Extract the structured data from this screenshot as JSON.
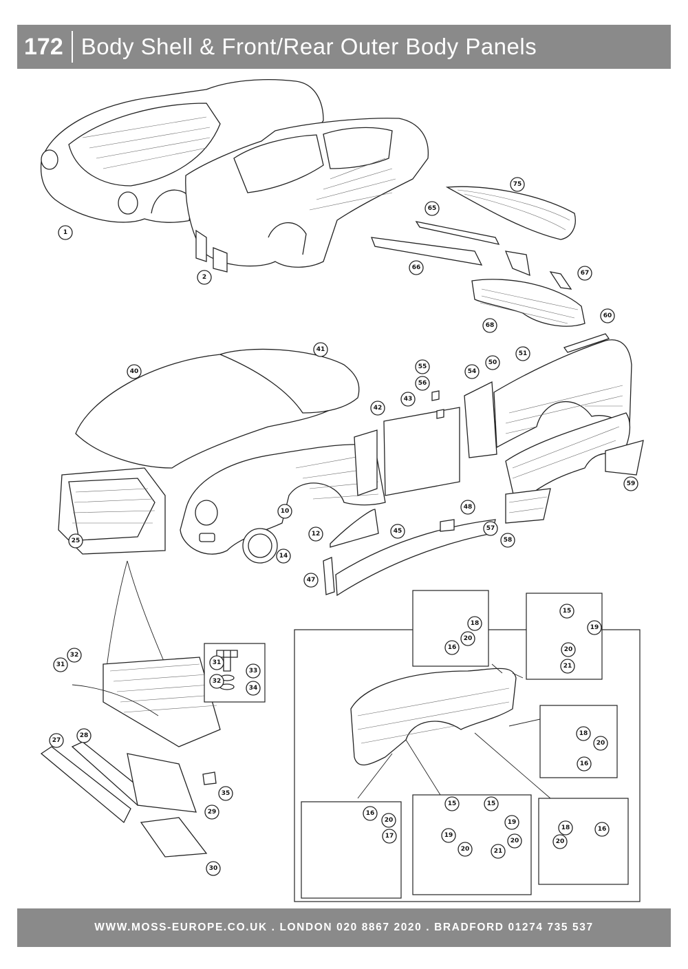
{
  "header": {
    "page_number": "172",
    "title": "Body Shell & Front/Rear Outer Body Panels"
  },
  "footer": {
    "text": "WWW.MOSS-EUROPE.CO.UK . LONDON 020 8867 2020 . BRADFORD 01274 735 537"
  },
  "callouts": [
    "1",
    "2",
    "75",
    "65",
    "66",
    "67",
    "68",
    "60",
    "41",
    "40",
    "55",
    "56",
    "54",
    "50",
    "51",
    "43",
    "42",
    "10",
    "12",
    "14",
    "25",
    "48",
    "45",
    "47",
    "57",
    "58",
    "59",
    "15",
    "18",
    "19",
    "20",
    "21",
    "16",
    "31",
    "32",
    "33",
    "34",
    "27",
    "28",
    "35",
    "29",
    "30",
    "17"
  ]
}
